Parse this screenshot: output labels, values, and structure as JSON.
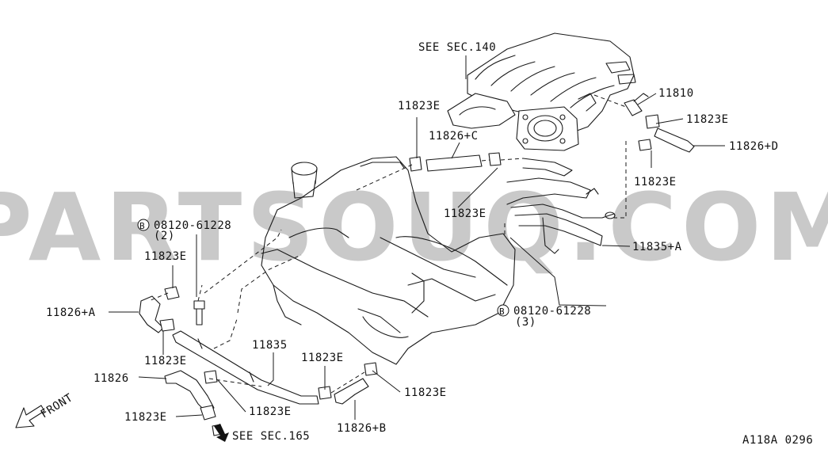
{
  "watermark": "PARTSOUQ.COM",
  "figure_code": "A118A 0296",
  "labels": {
    "see_sec_140": "SEE SEC.140",
    "p11810": "11810",
    "p11823e_a": "11823E",
    "p11823e_b": "11823E",
    "p11823e_c": "11823E",
    "p11823e_d": "11823E",
    "p11823e_e": "11823E",
    "p11823e_f": "11823E",
    "p11823e_g": "11823E",
    "p11823e_h": "11823E",
    "p11823e_i": "11823E",
    "p11823e_j": "11823E",
    "p11826c": "11826+C",
    "p11826d": "11826+D",
    "p11826a": "11826+A",
    "p11826": "11826",
    "p11826b": "11826+B",
    "p11835": "11835",
    "p11835a": "11835+A",
    "bolt1_badge": "B",
    "bolt1_part": "08120-61228",
    "bolt1_qty": "(2)",
    "bolt2_badge": "B",
    "bolt2_part": "08120-61228",
    "bolt2_qty": "(3)",
    "front": "FRONT",
    "see_sec_165": "SEE SEC.165"
  }
}
